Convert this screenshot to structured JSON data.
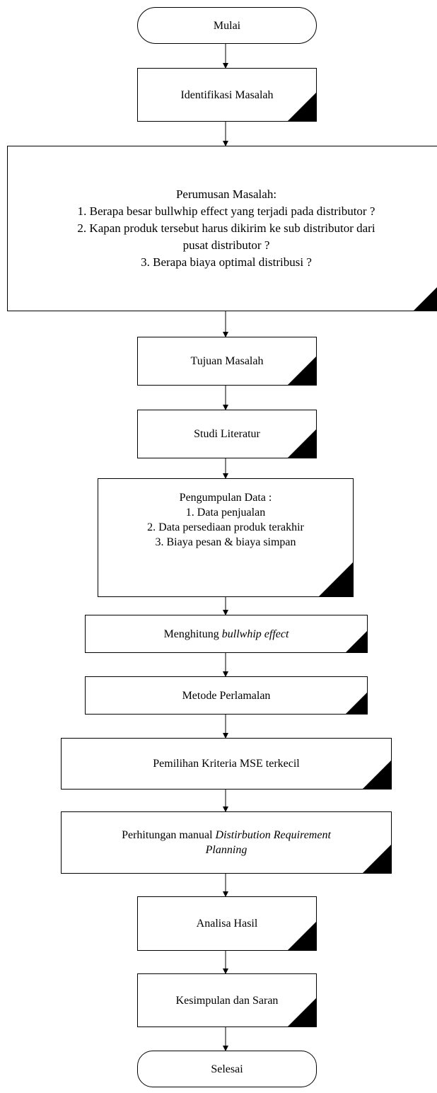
{
  "flowchart": {
    "start": "Mulai",
    "identifikasi": "Identifikasi Masalah",
    "perumusan": {
      "title": "Perumusan Masalah:",
      "items": [
        "1. Berapa besar bullwhip effect yang terjadi pada distributor  ?",
        "2. Kapan produk tersebut harus dikirim ke sub distributor dari",
        "pusat distributor ?",
        "3. Berapa biaya optimal distribusi ?"
      ]
    },
    "tujuan": "Tujuan Masalah",
    "studi": "Studi Literatur",
    "pengumpulan": {
      "title": "Pengumpulan Data :",
      "items": [
        "1. Data penjualan",
        "2. Data persediaan produk terakhir",
        "3. Biaya pesan & biaya simpan"
      ]
    },
    "menghitung": {
      "prefix": "Menghitung ",
      "italic": "bullwhip effect"
    },
    "metode": "Metode Perlamalan",
    "pemilihan": "Pemilihan Kriteria MSE terkecil",
    "perhitungan": {
      "prefix": "Perhitungan manual ",
      "italic1": "Distirbution Requirement",
      "italic2": "Planning"
    },
    "analisa": "Analisa Hasil",
    "kesimpulan": "Kesimpulan dan Saran",
    "end": "Selesai"
  },
  "colors": {
    "stroke": "#000000",
    "fill": "#ffffff",
    "watermark": "#b3b3b3"
  }
}
